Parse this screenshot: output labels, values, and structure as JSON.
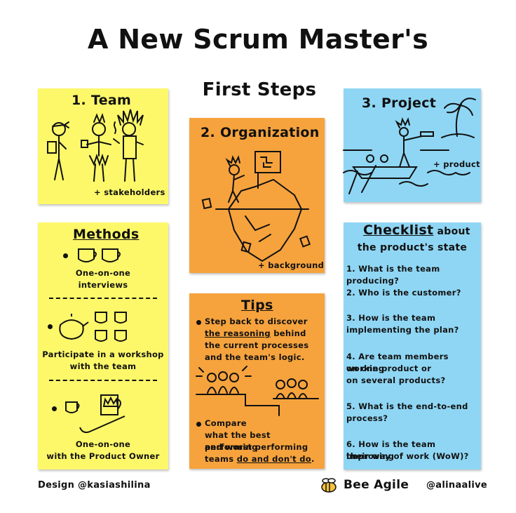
{
  "title": "A New Scrum Master's",
  "subtitle": "First Steps",
  "team": {
    "heading": "1. Team",
    "note": "+ stakeholders"
  },
  "organization": {
    "heading": "2. Organization",
    "note": "+ background"
  },
  "project": {
    "heading": "3. Project",
    "note": "+ product"
  },
  "methods": {
    "heading": "Methods",
    "items": [
      {
        "line1": "One-on-one",
        "line2": "interviews"
      },
      {
        "line1": "Participate in a workshop",
        "line2": "with the team"
      },
      {
        "line1": "One-on-one",
        "line2": "with the Product Owner"
      }
    ]
  },
  "tips": {
    "heading": "Tips",
    "tip1": {
      "line1": "Step back to discover",
      "line2_u": "the reasoning",
      "line2_rest": " behind",
      "line3": "the current processes",
      "line4": "and the team's logic."
    },
    "tip2": {
      "line1": "Compare",
      "line2": "what the best performing",
      "line3": "and worst performing",
      "line4_a": "teams ",
      "line4_u": "do and don't do",
      "line4_end": "."
    }
  },
  "checklist": {
    "heading_u": "Checklist",
    "heading_rest": " about",
    "heading_line2": "the product's state",
    "items": [
      {
        "line1": "1. What is the team producing?",
        "line2": ""
      },
      {
        "line1": "2. Who is the customer?",
        "line2": ""
      },
      {
        "line1": "3. How is the team",
        "line2": "implementing the plan?"
      },
      {
        "line1": "4. Are team members working",
        "line2": "on one product or",
        "line3": "on several products?"
      },
      {
        "line1": "5. What is the end-to-end",
        "line2": "process?"
      },
      {
        "line1": "6. How is the team improving",
        "line2": "their way of work (WoW)?"
      }
    ]
  },
  "footer": {
    "design": "Design @kasiashilina",
    "brand": "Bee Agile",
    "handle": "@alinaalive"
  },
  "colors": {
    "yellow": "#fdf86a",
    "orange": "#f6a33d",
    "blue": "#8fd6f4"
  }
}
